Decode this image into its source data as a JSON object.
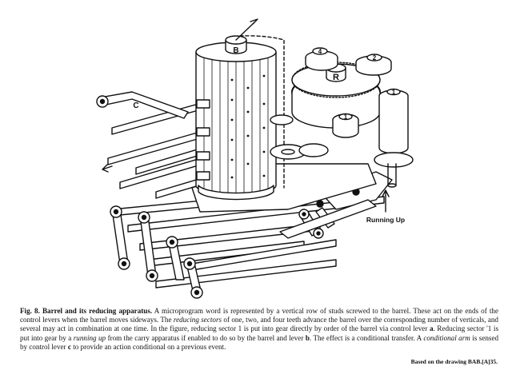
{
  "figure": {
    "labels": {
      "barrel": "B",
      "reducing_gear": "R",
      "sector_4": "4",
      "sector_2": "2",
      "sector_1_top": "1",
      "sector_1_lower": "1",
      "conditional_arm": "C",
      "running_up": "Running Up"
    }
  },
  "caption": {
    "fig_label": "Fig. 8.",
    "title": "Barrel and its reducing apparatus.",
    "s1": "A microprogram word is represented by a vertical row of studs screwed to the barrel. These act on the ends of the control levers when the barrel moves sideways. The",
    "t1": "reducing sectors",
    "s2": "of one, two, and four teeth advance the barrel over the corresponding number of verticals, and several may act in combination at one time. In the figure, reducing sector 1 is put into gear directly by order of the barrel via control lever",
    "l1": "a",
    "s3": ". Reducing sector '1 is put into gear by a",
    "t2": "running up",
    "s4": "from the carry apparatus if enabled to do so by the barrel and lever",
    "l2": "b",
    "s5": ". The effect is a conditional transfer. A",
    "t3": "conditional arm",
    "s6": "is sensed by control lever",
    "l3": "c",
    "s7": "to provide an action conditional on a previous event.",
    "source": "Based on the drawing BAB.[A]35."
  }
}
